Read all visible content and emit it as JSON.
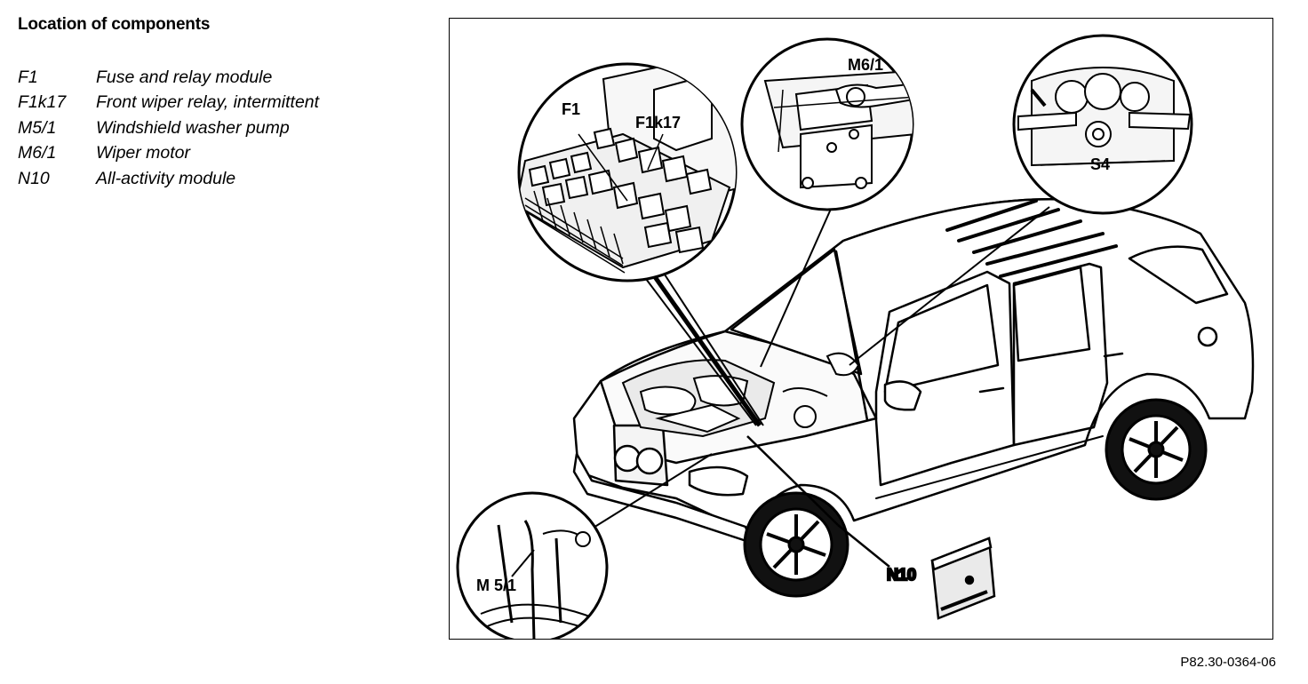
{
  "title": "Location of components",
  "legend": [
    {
      "code": "F1",
      "description": "Fuse and relay module"
    },
    {
      "code": "F1k17",
      "description": "Front wiper relay, intermittent"
    },
    {
      "code": "M5/1",
      "description": "Windshield washer pump"
    },
    {
      "code": "M6/1",
      "description": "Wiper motor"
    },
    {
      "code": "N10",
      "description": "All-activity module"
    }
  ],
  "callouts": {
    "f1": "F1",
    "f1k17": "F1k17",
    "m6_1": "M6/1",
    "s4": "S4",
    "m5_1": "M 5/1",
    "n10": "N10"
  },
  "reference_code": "P82.30-0364-06"
}
